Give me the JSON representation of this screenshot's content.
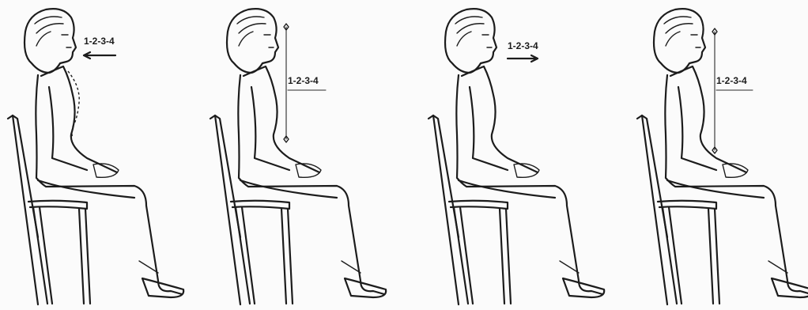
{
  "panels": [
    {
      "label": "1-2-3-4",
      "indicator": "arrow-left"
    },
    {
      "label": "1-2-3-4",
      "indicator": "vertical-line"
    },
    {
      "label": "1-2-3-4",
      "indicator": "arrow-right"
    },
    {
      "label": "1-2-3-4",
      "indicator": "vertical-line"
    }
  ]
}
